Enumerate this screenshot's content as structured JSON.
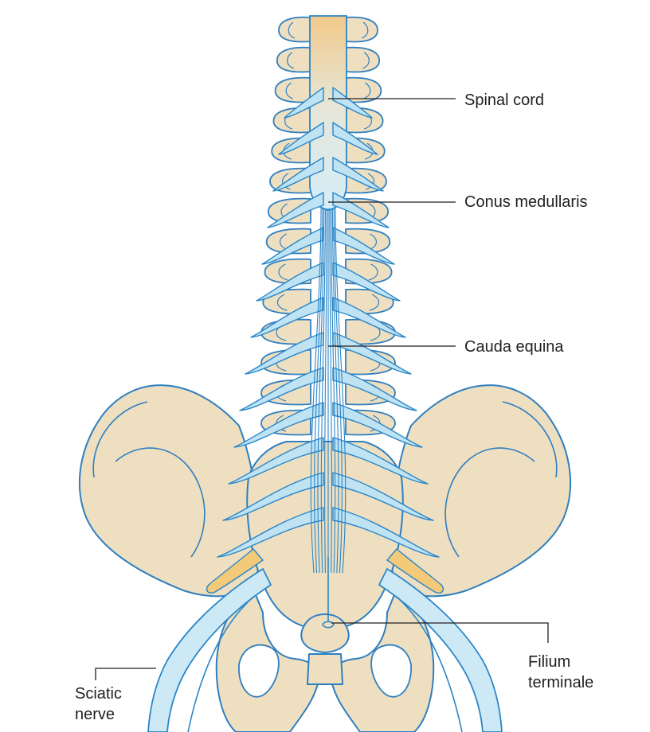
{
  "labels": {
    "spinal_cord": "Spinal cord",
    "conus_medullaris": "Conus medullaris",
    "cauda_equina": "Cauda equina",
    "filium_terminale": {
      "line1": "Filium",
      "line2": "terminale"
    },
    "sciatic_nerve": {
      "line1": "Sciatic",
      "line2": "nerve"
    }
  },
  "colors": {
    "bone_fill": "#eedfc1",
    "bone_stroke": "#2f7fc0",
    "nerve_fill": "#bfe3f3",
    "nerve_stroke": "#2a86c8",
    "nerve_root_yellow": "#f3c97a",
    "cord_top": "#f1c98a",
    "cord_bottom": "#d8effa",
    "leader_line": "#231f20",
    "text": "#231f20"
  }
}
